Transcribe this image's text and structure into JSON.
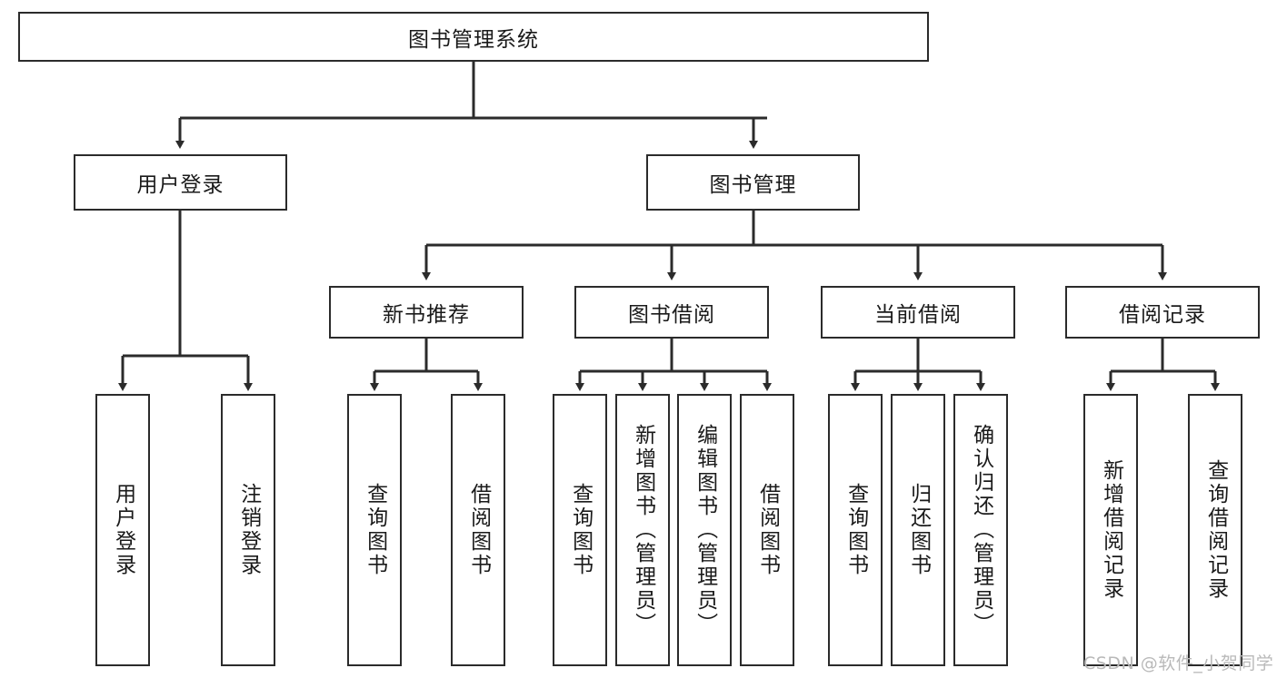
{
  "diagram": {
    "title": "图书管理系统",
    "type": "hierarchy-tree",
    "root": {
      "label": "图书管理系统"
    },
    "level2": [
      {
        "label": "用户登录"
      },
      {
        "label": "图书管理"
      }
    ],
    "level3": [
      {
        "label": "新书推荐"
      },
      {
        "label": "图书借阅"
      },
      {
        "label": "当前借阅"
      },
      {
        "label": "借阅记录"
      }
    ],
    "leaves": {
      "user_login": [
        {
          "label": "用户登录"
        },
        {
          "label": "注销登录"
        }
      ],
      "new_book_recommend": [
        {
          "label": "查询图书"
        },
        {
          "label": "借阅图书"
        }
      ],
      "book_borrow": [
        {
          "label": "查询图书"
        },
        {
          "label": "新增图书（管理员）"
        },
        {
          "label": "编辑图书（管理员）"
        },
        {
          "label": "借阅图书"
        }
      ],
      "current_borrow": [
        {
          "label": "查询图书"
        },
        {
          "label": "归还图书"
        },
        {
          "label": "确认归还（管理员）"
        }
      ],
      "borrow_record": [
        {
          "label": "新增借阅记录"
        },
        {
          "label": "查询借阅记录"
        }
      ]
    }
  },
  "watermark": {
    "text": "CSDN @软件_小贺同学"
  },
  "colors": {
    "stroke": "#2b2b2b",
    "text": "#1a1a1a",
    "background": "#ffffff",
    "watermark": "#b9b9b9"
  }
}
